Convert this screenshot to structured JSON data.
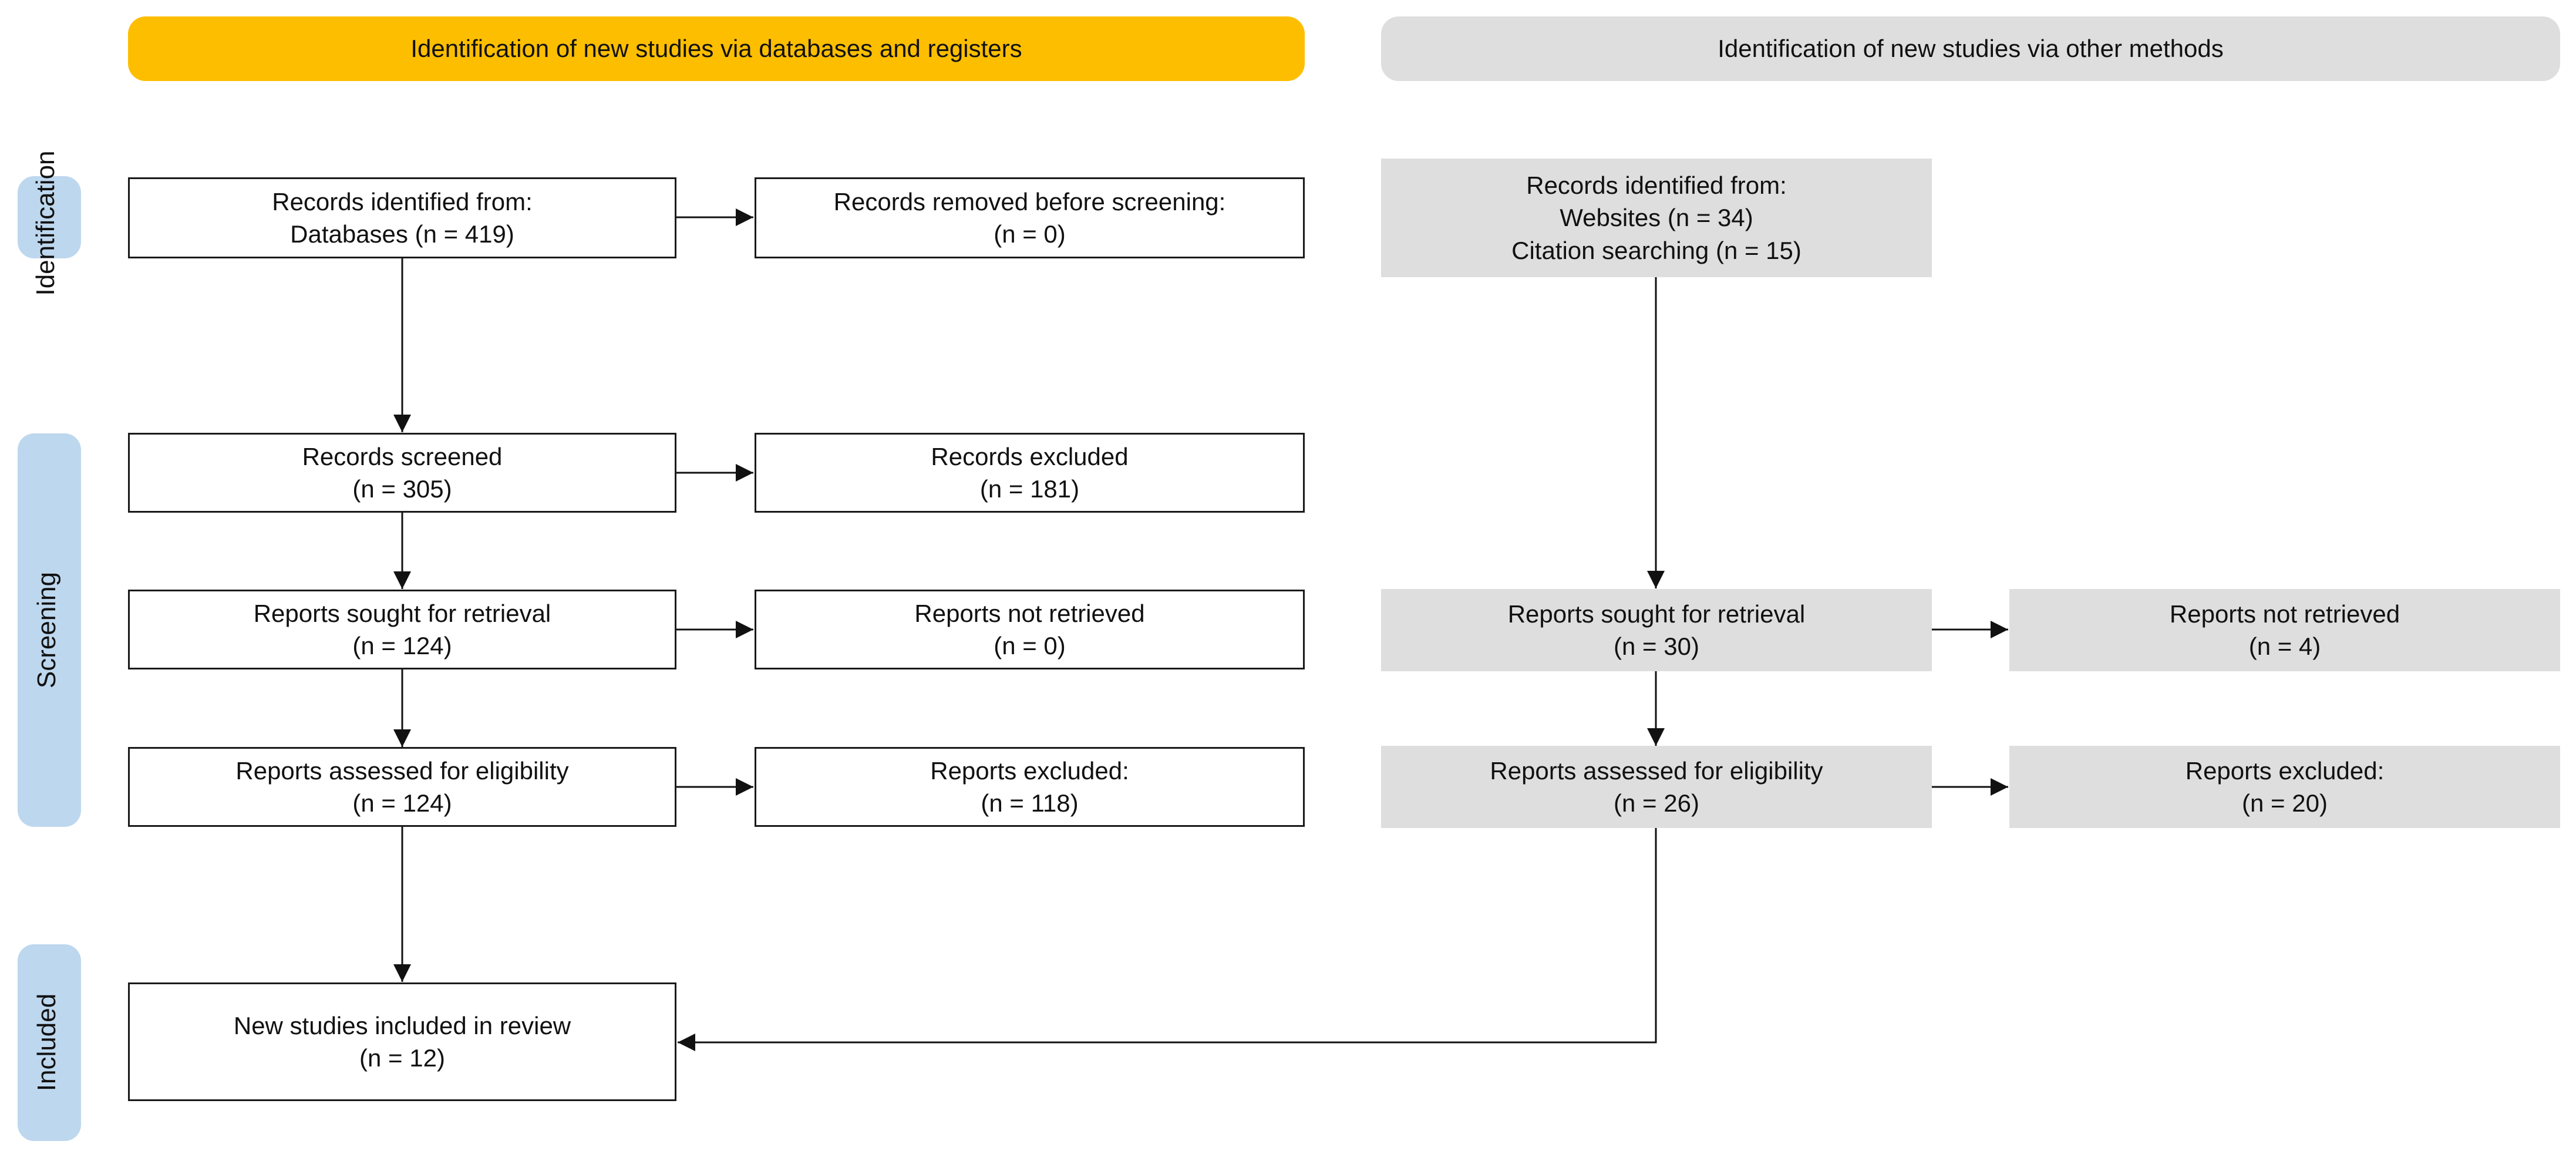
{
  "headers": {
    "databases": "Identification of new studies via databases and registers",
    "other_methods": "Identification of new studies via other methods"
  },
  "phases": {
    "identification": "Identification",
    "screening": "Screening",
    "included": "Included"
  },
  "databases": {
    "identified": {
      "line1": "Records identified from:",
      "line2": "Databases (n = 419)"
    },
    "removed": {
      "line1": "Records removed before screening:",
      "line2": "(n = 0)"
    },
    "screened": {
      "line1": "Records screened",
      "line2": "(n = 305)"
    },
    "excluded": {
      "line1": "Records excluded",
      "line2": "(n = 181)"
    },
    "sought": {
      "line1": "Reports sought for retrieval",
      "line2": "(n = 124)"
    },
    "not_retrieved": {
      "line1": "Reports not retrieved",
      "line2": "(n = 0)"
    },
    "assessed": {
      "line1": "Reports assessed for eligibility",
      "line2": "(n = 124)"
    },
    "reports_excluded": {
      "line1": "Reports excluded:",
      "line2": "(n = 118)"
    },
    "included": {
      "line1": "New studies included in review",
      "line2": "(n = 12)"
    }
  },
  "other": {
    "identified": {
      "line1": "Records identified from:",
      "line2": "Websites (n = 34)",
      "line3": "Citation searching (n = 15)"
    },
    "sought": {
      "line1": "Reports sought for retrieval",
      "line2": "(n = 30)"
    },
    "not_retrieved": {
      "line1": "Reports not retrieved",
      "line2": "(n = 4)"
    },
    "assessed": {
      "line1": "Reports assessed for eligibility",
      "line2": "(n = 26)"
    },
    "reports_excluded": {
      "line1": "Reports excluded:",
      "line2": "(n = 20)"
    }
  },
  "colors": {
    "database_header": "#FDBE00",
    "other_header": "#DEDEDE",
    "phase_band": "#BDD7EE",
    "other_box": "#DEDEDE"
  }
}
